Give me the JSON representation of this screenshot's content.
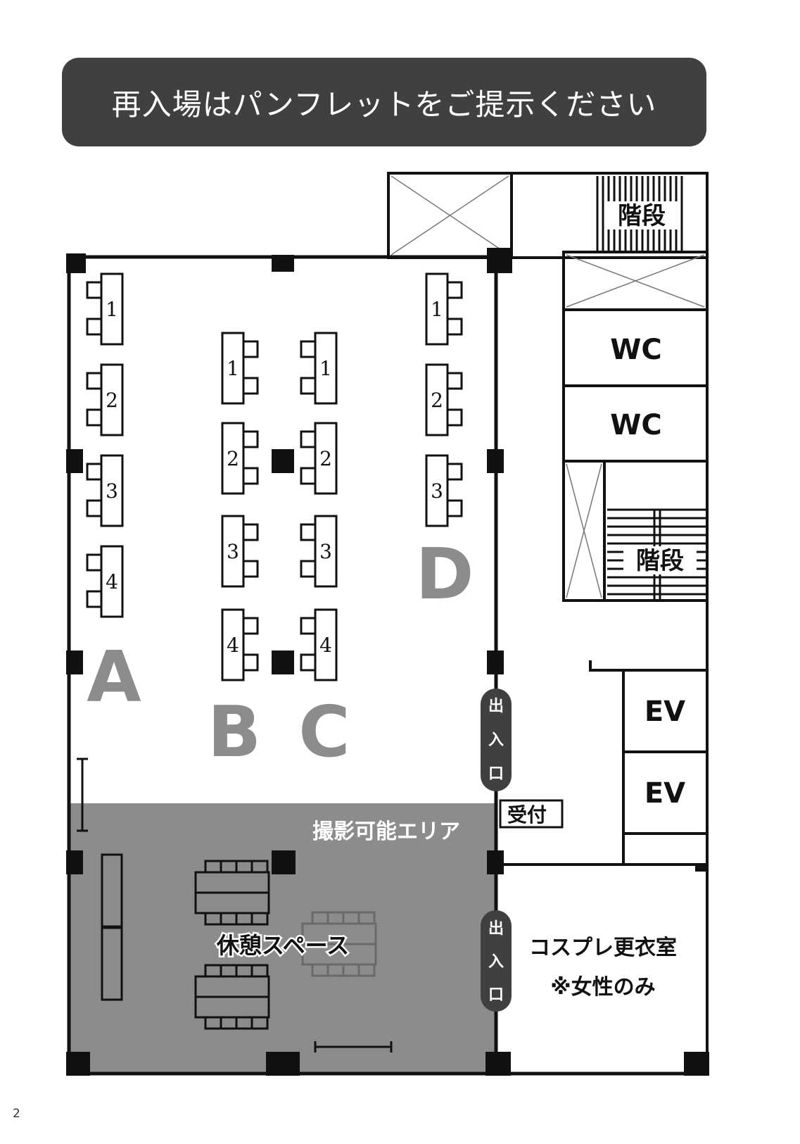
{
  "banner": {
    "text": "再入場はパンフレットをご提示ください"
  },
  "page_number": "2",
  "zones": {
    "a": {
      "letter": "A",
      "numbers": [
        "1",
        "2",
        "3",
        "4"
      ]
    },
    "b": {
      "letter": "B",
      "numbers": [
        "1",
        "2",
        "3",
        "4"
      ]
    },
    "c": {
      "letter": "C",
      "numbers": [
        "1",
        "2",
        "3",
        "4"
      ]
    },
    "d": {
      "letter": "D",
      "numbers": [
        "1",
        "2",
        "3"
      ]
    }
  },
  "labels": {
    "stairs": "階段",
    "wc": "WC",
    "ev": "EV",
    "entrance_chars": [
      "出",
      "入",
      "口"
    ],
    "reception": "受付",
    "photo_area": "撮影可能エリア",
    "rest_space": "休憩スペース",
    "changing_room": "コスプレ更衣室",
    "changing_room_note": "※女性のみ"
  },
  "colors": {
    "banner_bg": "#404040",
    "photo_area": "#8c8c8c",
    "zone_letter": "#8c8c8c",
    "line": "#111111"
  }
}
